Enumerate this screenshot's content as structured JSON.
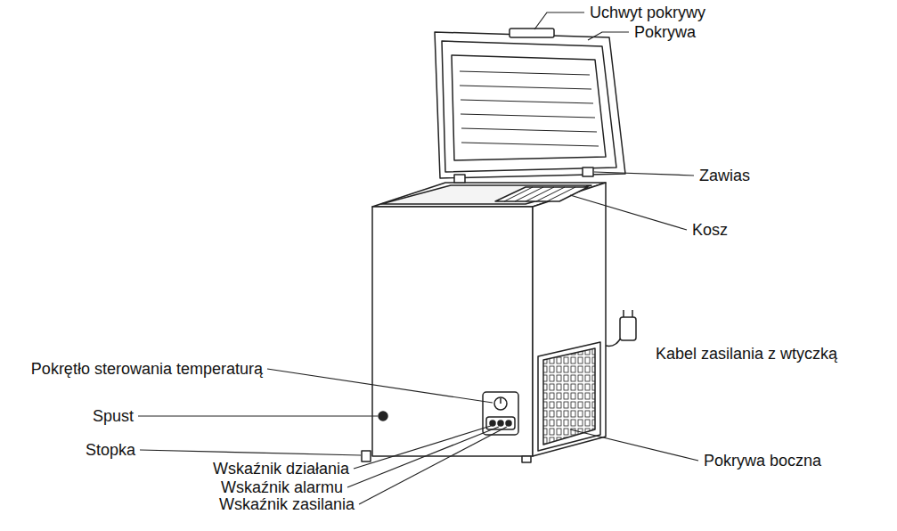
{
  "diagram": {
    "labels": [
      "Uchwyt pokrywy",
      "Pokrywa",
      "Zawias",
      "Kosz",
      "Kabel zasilania z wtyczką",
      "Pokrętło sterowania temperaturą",
      "Spust",
      "Stopka",
      "Wskaźnik działania",
      "Wskaźnik alarmu",
      "Wskaźnik zasilania",
      "Pokrywa boczna"
    ]
  }
}
